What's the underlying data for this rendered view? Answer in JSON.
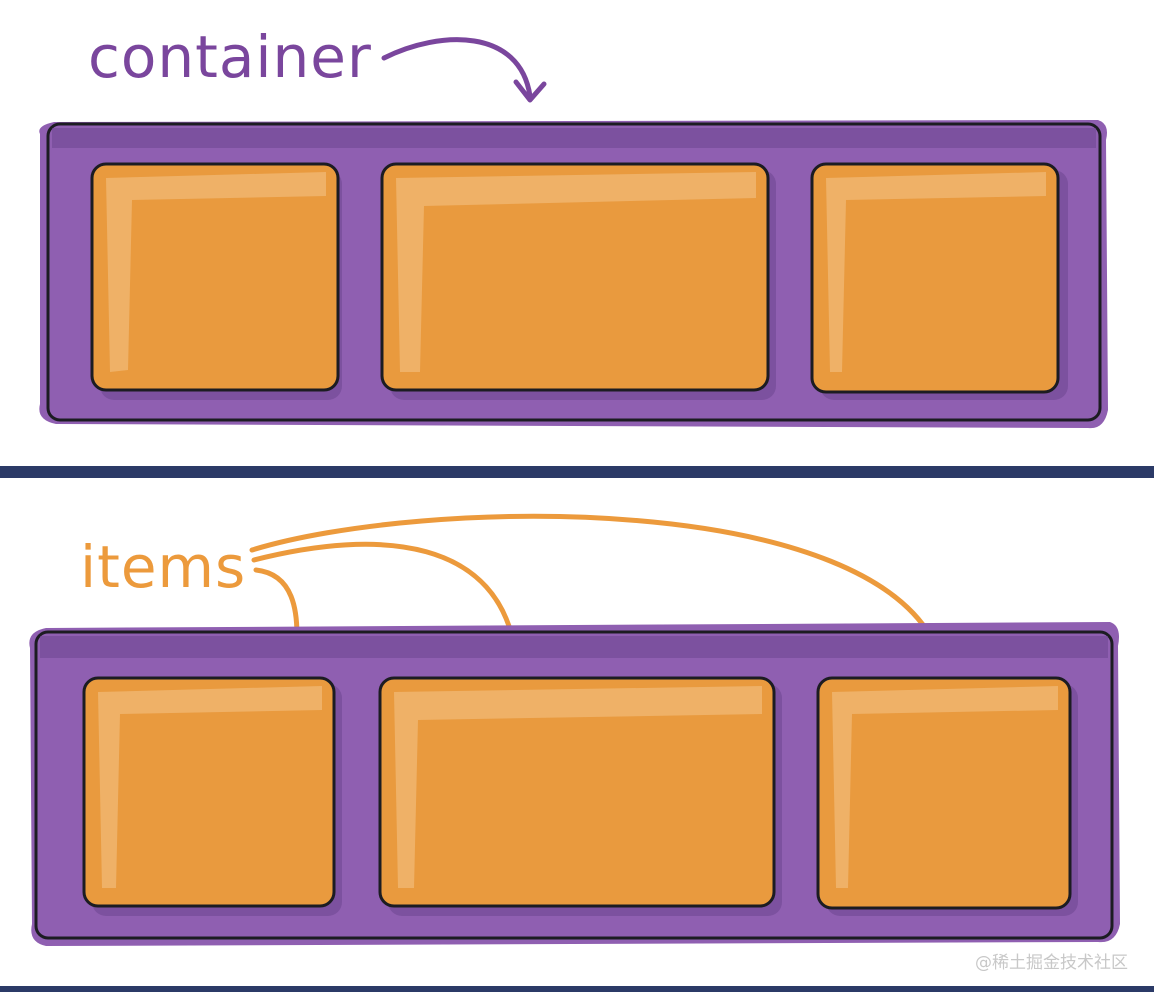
{
  "labels": {
    "container": "container",
    "items": "items"
  },
  "watermark": "@稀土掘金技术社区",
  "colors": {
    "container_purple": "#8f5fb1",
    "container_shadow": "#6e4690",
    "item_orange": "#e99a3e",
    "item_highlight": "#f0b56e",
    "outline": "#1c1c22",
    "label_purple": "#7a469d",
    "label_orange": "#ec9a3c",
    "divider": "#2b3a67"
  },
  "icons": {
    "container_arrow": "curved-arrow-icon",
    "items_arrows": "curved-arrow-icon"
  }
}
